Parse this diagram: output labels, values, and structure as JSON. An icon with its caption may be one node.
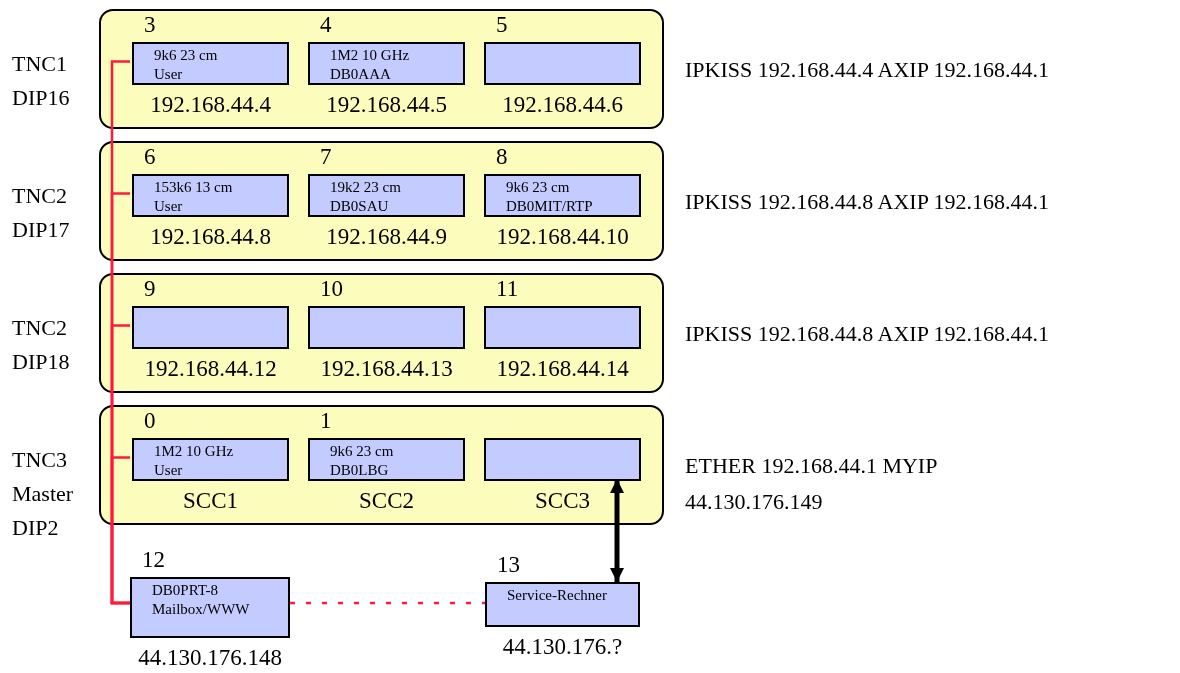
{
  "diagram": {
    "nodes": [
      {
        "text": [],
        "shape": "box",
        "beside": [
          "TNC1 DIP16",
          "IPKISS 192.168.44.4 AXIP 192.168.44.1"
        ]
      },
      {
        "text": [
          "9k6 23 cm User"
        ],
        "in": 0,
        "beside": [
          "3",
          "192.168.44.4"
        ]
      },
      {
        "text": [
          "1M2 10 GHz DB0AAA"
        ],
        "in": 0,
        "beside": [
          "4",
          "192.168.44.5"
        ]
      },
      {
        "text": [],
        "shape": "box",
        "in": 0,
        "beside": [
          "5",
          "192.168.44.6"
        ]
      },
      {
        "text": [],
        "shape": "box",
        "beside": [
          "TNC2 DIP17",
          "IPKISS 192.168.44.8 AXIP 192.168.44.1"
        ]
      },
      {
        "text": [
          "153k6 13 cm User"
        ],
        "in": 4,
        "beside": [
          "6",
          "192.168.44.8"
        ]
      },
      {
        "text": [
          "19k2 23 cm DB0SAU"
        ],
        "in": 4,
        "beside": [
          "7",
          "192.168.44.9"
        ]
      },
      {
        "text": [
          "9k6 23 cm DB0MIT/RTP"
        ],
        "in": 4,
        "beside": [
          "8",
          "192.168.44.10"
        ]
      },
      {
        "text": [],
        "shape": "box",
        "beside": [
          "TNC2 DIP18",
          "IPKISS 192.168.44.8 AXIP 192.168.44.1"
        ]
      },
      {
        "text": [],
        "shape": "box",
        "in": 8,
        "beside": [
          "9",
          "192.168.44.12"
        ]
      },
      {
        "text": [],
        "shape": "box",
        "in": 8,
        "beside": [
          "10",
          "192.168.44.13"
        ]
      },
      {
        "text": [],
        "shape": "box",
        "in": 8,
        "beside": [
          "11",
          "192.168.44.14"
        ]
      },
      {
        "text": [],
        "shape": "box",
        "beside": [
          "TNC3 Master DIP2",
          "ETHER 192.168.44.1 MYIP 44.130.176.149"
        ]
      },
      {
        "text": [
          "1M2 10 GHz User"
        ],
        "in": 12,
        "beside": [
          "0",
          "SCC1"
        ]
      },
      {
        "text": [
          "9k6 23 cm DB0LBG"
        ],
        "in": 12,
        "beside": [
          "1",
          "SCC2"
        ]
      },
      {
        "text": [],
        "shape": "box",
        "in": 12,
        "beside": [
          "SCC3"
        ]
      },
      {
        "text": [
          "DB0PRT-8 Mailbox/WWW"
        ],
        "beside": [
          "12",
          "44.130.176.148"
        ]
      },
      {
        "text": [
          "Service-Rechner"
        ],
        "beside": [
          "13",
          "44.130.176.?"
        ]
      }
    ],
    "edges": [
      {
        "from": 16,
        "to": 1,
        "arrow": "none"
      },
      {
        "from": 16,
        "to": 5,
        "arrow": "none"
      },
      {
        "from": 16,
        "to": 9,
        "arrow": "none"
      },
      {
        "from": 16,
        "to": 13,
        "arrow": "none"
      },
      {
        "from": 16,
        "to": 17,
        "arrow": "none",
        "style": "dashed"
      },
      {
        "from": 15,
        "to": 17,
        "arrow": "both",
        "style": "thick",
        "color": "#000000"
      }
    ]
  }
}
